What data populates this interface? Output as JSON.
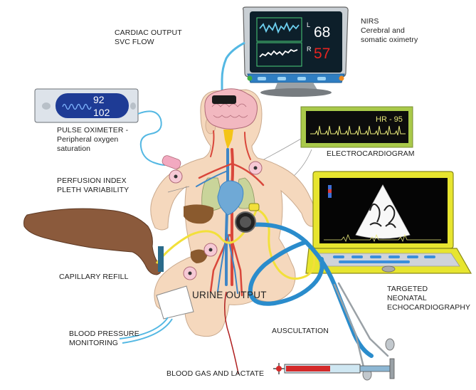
{
  "labels": {
    "cardiac_output": [
      "CARDIAC OUTPUT",
      "SVC FLOW"
    ],
    "nirs": [
      "NIRS",
      "Cerebral and",
      "somatic oximetry"
    ],
    "pulse_oximeter": [
      "PULSE OXIMETER -",
      "Peripheral oxygen",
      "saturation"
    ],
    "electrocardiogram": "ELECTROCARDIOGRAM",
    "perfusion_index": [
      "PERFUSION INDEX",
      "PLETH VARIABILITY"
    ],
    "capillary_refill": "CAPILLARY REFILL",
    "urine_output": "URINE OUTPUT",
    "targeted_echo": [
      "TARGETED",
      "NEONATAL",
      "ECHOCARDIOGRAPHY"
    ],
    "blood_pressure": [
      "BLOOD PRESSURE",
      "MONITORING"
    ],
    "auscultation": "AUSCULTATION",
    "blood_gas": "BLOOD GAS AND LACTATE"
  },
  "nirs_monitor": {
    "left_letter": "L",
    "left_value": "68",
    "right_letter": "R",
    "right_value": "57"
  },
  "pulse_ox_display": {
    "top_value": "92",
    "bottom_value": "102"
  },
  "ecg_display": {
    "heart_rate": "HR - 95"
  },
  "colors": {
    "skin": "#f5d8bd",
    "skin_outline": "#c9a98d",
    "hand": "#8b5a3c",
    "cable_blue": "#54b8e3",
    "stethoscope_blue": "#2a8ccc",
    "yellow_probe": "#f2e03a",
    "laptop_frame": "#e7e52f",
    "pulse_ox_screen": "#1e3b95",
    "monitor_screen": "#0d1f2a",
    "nirs_left_value": "#ffffff",
    "nirs_right_value": "#e52420",
    "ecg_screen": "#0c0c0c",
    "ecg_frame": "#a9c94a",
    "ecg_trace": "#e8e87a",
    "vessel_red": "#d9473b",
    "vessel_blue": "#3f86c6"
  }
}
